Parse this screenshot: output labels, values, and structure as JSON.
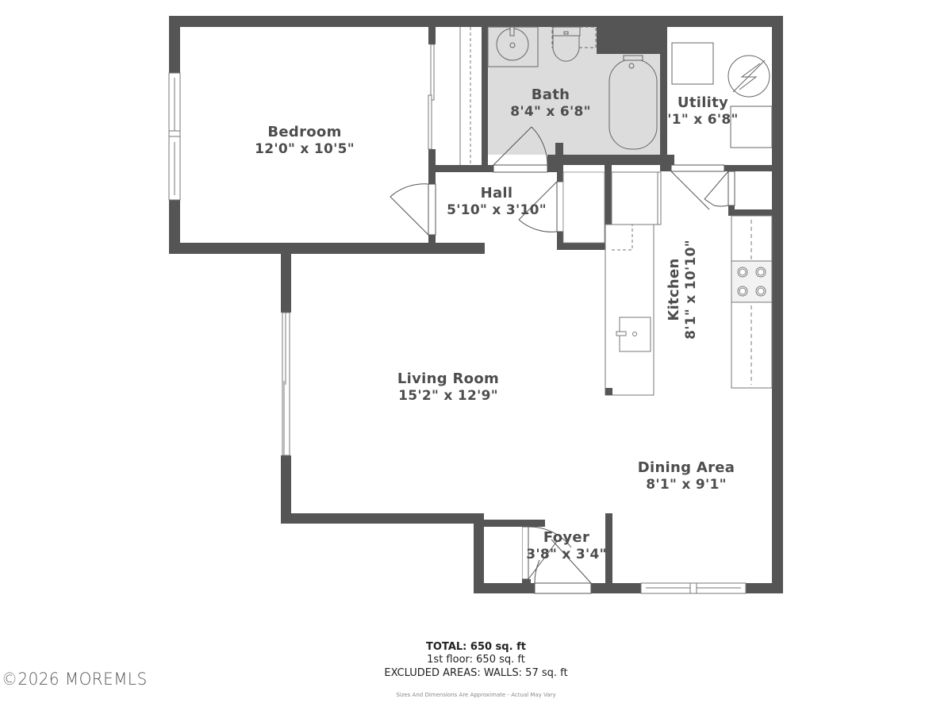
{
  "floorplan": {
    "rooms": [
      {
        "id": "bedroom",
        "name": "Bedroom",
        "dimensions": "12'0\" x 10'5\""
      },
      {
        "id": "bath",
        "name": "Bath",
        "dimensions": "8'4\" x 6'8\""
      },
      {
        "id": "utility",
        "name": "Utility",
        "dimensions": "'1\" x 6'8\""
      },
      {
        "id": "hall",
        "name": "Hall",
        "dimensions": "5'10\" x 3'10\""
      },
      {
        "id": "kitchen",
        "name": "Kitchen",
        "dimensions": "8'1\" x 10'10\""
      },
      {
        "id": "living",
        "name": "Living Room",
        "dimensions": "15'2\" x 12'9\""
      },
      {
        "id": "dining",
        "name": "Dining Area",
        "dimensions": "8'1\" x 9'1\""
      },
      {
        "id": "foyer",
        "name": "Foyer",
        "dimensions": "3'8\" x 3'4\""
      }
    ],
    "fixtures": [
      "sink-icon",
      "toilet-icon",
      "bathtub-icon",
      "water-heater-icon",
      "washer-icon",
      "stove-icon",
      "kitchen-sink-icon"
    ],
    "colors": {
      "wall": "#555555",
      "bath_floor": "#dcdcdc",
      "fixture_line": "#666666",
      "label": "#4d4d4d"
    }
  },
  "summary": {
    "total": "TOTAL: 650 sq. ft",
    "first_floor": "1st floor: 650 sq. ft",
    "excluded": "EXCLUDED AREAS: WALLS: 57 sq. ft",
    "disclaimer": "Sizes And Dimensions Are Approximate - Actual May Vary"
  },
  "watermark": {
    "text": "©2026 MOREMLS"
  }
}
